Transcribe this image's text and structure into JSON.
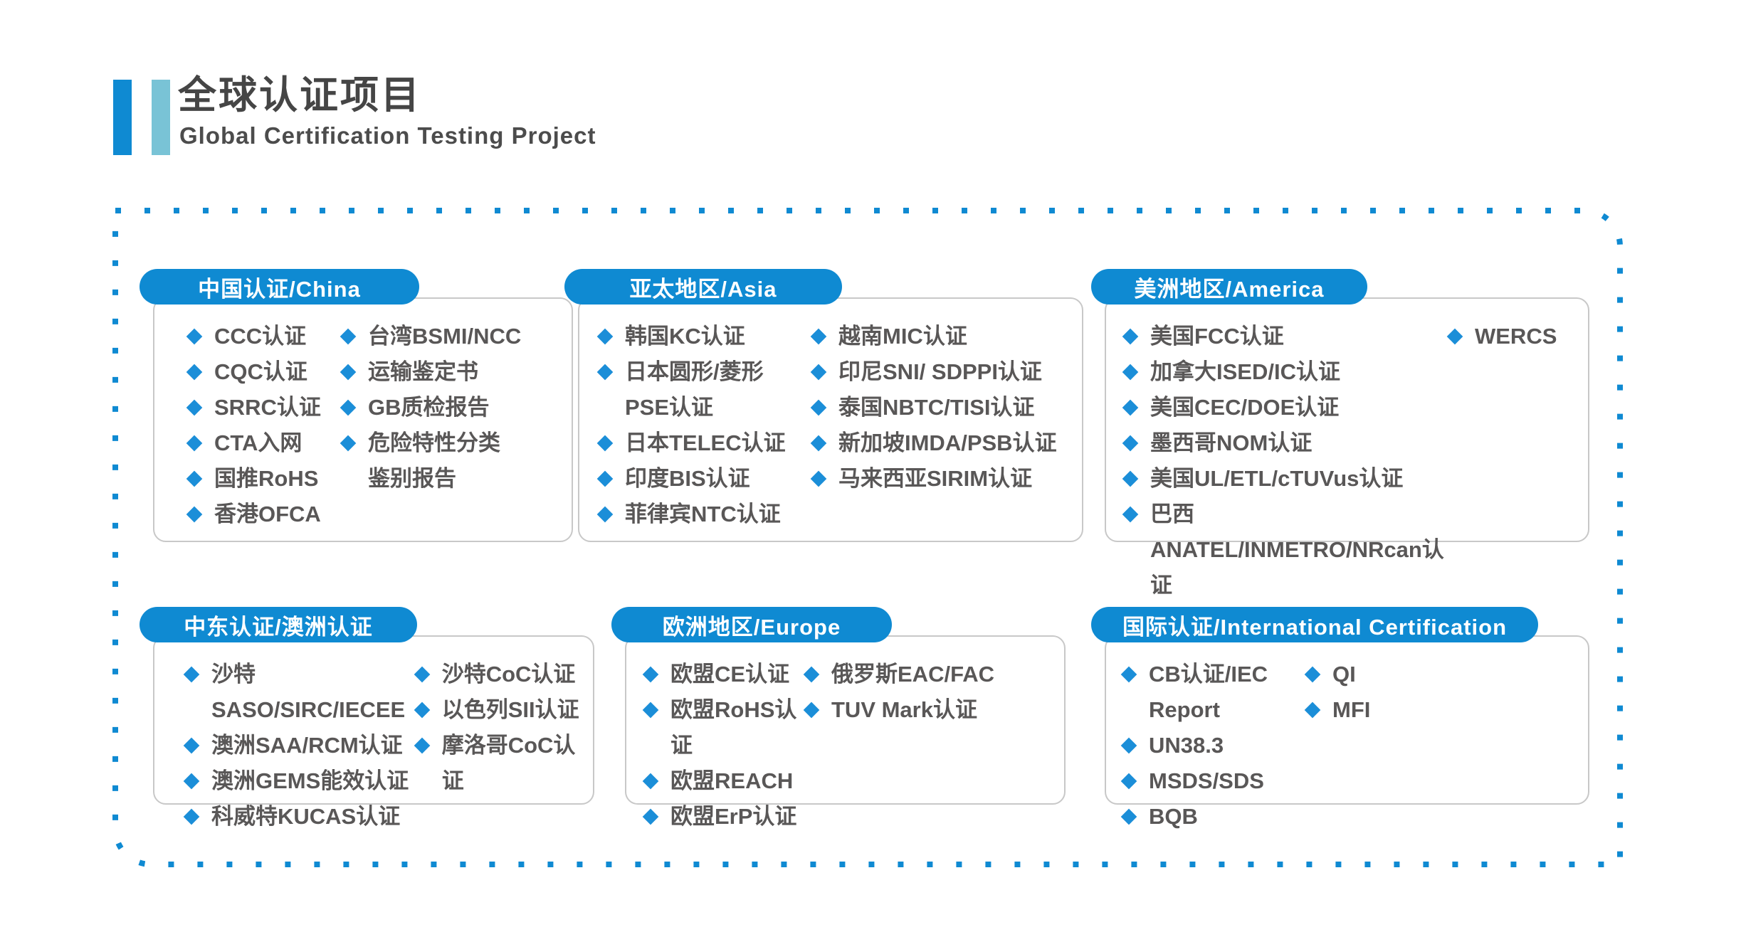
{
  "page": {
    "title": "全球认证项目",
    "subtitle": "Global Certification Testing Project"
  },
  "colors": {
    "accent": "#0f8ad2",
    "diamond": "#1b8ed8",
    "teal": "#79c3d6",
    "text": "#595757",
    "title": "#454545",
    "panel_border": "#c8c8c8"
  },
  "panels": [
    {
      "id": "china",
      "header": "中国认证/China",
      "col1": [
        "CCC认证",
        "CQC认证",
        "SRRC认证",
        "CTA入网",
        "国推RoHS",
        "香港OFCA"
      ],
      "col2": [
        "台湾BSMI/NCC",
        "运输鉴定书",
        "GB质检报告",
        "危险特性分类\n鉴别报告"
      ]
    },
    {
      "id": "asia",
      "header": "亚太地区/Asia",
      "col1": [
        "韩国KC认证",
        "日本圆形/菱形\nPSE认证",
        "日本TELEC认证",
        "印度BIS认证",
        "菲律宾NTC认证"
      ],
      "col2": [
        "越南MIC认证",
        "印尼SNI/ SDPPI认证",
        "泰国NBTC/TISI认证",
        "新加坡IMDA/PSB认证",
        "马来西亚SIRIM认证"
      ]
    },
    {
      "id": "america",
      "header": "美洲地区/America",
      "col1": [
        "美国FCC认证",
        "加拿大ISED/IC认证",
        "美国CEC/DOE认证",
        "墨西哥NOM认证",
        "美国UL/ETL/cTUVus认证",
        "巴西ANATEL/INMETRO/NRcan认证"
      ],
      "col2": [
        "WERCS"
      ]
    },
    {
      "id": "middle-east-australia",
      "header": "中东认证/澳洲认证",
      "col1": [
        "沙特SASO/SIRC/IECEE",
        "澳洲SAA/RCM认证",
        "澳洲GEMS能效认证",
        "科威特KUCAS认证"
      ],
      "col2": [
        "沙特CoC认证",
        "以色列SII认证",
        "摩洛哥CoC认证"
      ]
    },
    {
      "id": "europe",
      "header": "欧洲地区/Europe",
      "col1": [
        "欧盟CE认证",
        "欧盟RoHS认证",
        "欧盟REACH",
        "欧盟ErP认证"
      ],
      "col2": [
        "俄罗斯EAC/FAC",
        "TUV Mark认证"
      ]
    },
    {
      "id": "international",
      "header": "国际认证/International Certification",
      "col1": [
        "CB认证/IEC Report",
        "UN38.3",
        "MSDS/SDS",
        "BQB"
      ],
      "col2": [
        "QI",
        "MFI"
      ]
    }
  ]
}
